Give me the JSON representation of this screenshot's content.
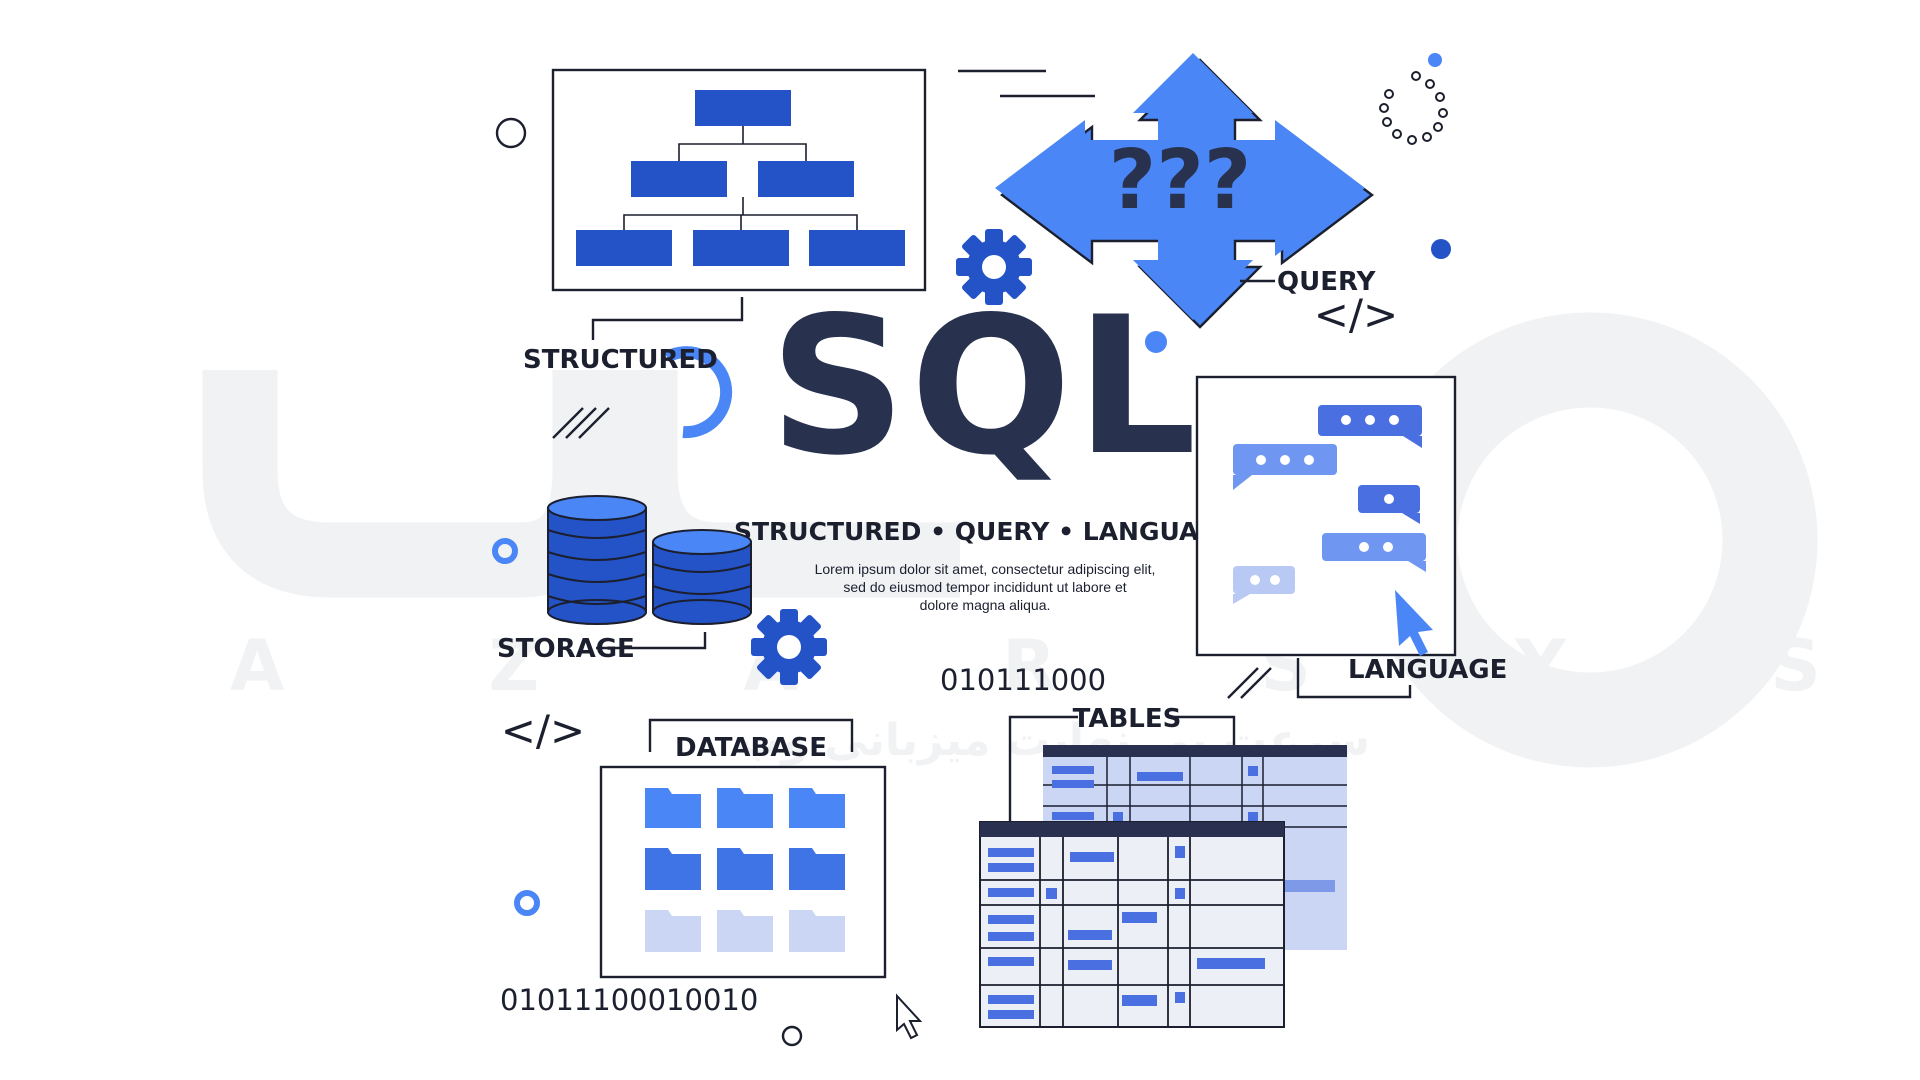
{
  "title": "SQL",
  "subtitle": "STRUCTURED • QUERY • LANGUAGE",
  "description": [
    "Lorem ipsum dolor sit amet, consectetur adipiscing elit,",
    "sed do eiusmod tempor incididunt ut labore et",
    "dolore magna aliqua."
  ],
  "labels": {
    "structured": "STRUCTURED",
    "query": "QUERY",
    "storage": "STORAGE",
    "language": "LANGUAGE",
    "database": "DATABASE",
    "tables": "TABLES",
    "question": "???"
  },
  "binary": {
    "top": "010111000",
    "bottom": "01011100010010"
  },
  "code_tag": "</>",
  "watermark": {
    "letters": "A Z A R S Y S",
    "persian": "سرعت بی نهایت میزبانی وب"
  },
  "colors": {
    "primary": "#2453c8",
    "accent": "#4a86f5",
    "light": "#cbd6f4",
    "dark": "#1b1f2e"
  },
  "icons": [
    "hierarchy-diagram-icon",
    "arrows-cross-icon",
    "gear-icon",
    "database-stack-icon",
    "chat-bubbles-icon",
    "cursor-icon",
    "folder-grid-icon",
    "spreadsheet-icon",
    "code-tag-icon"
  ]
}
